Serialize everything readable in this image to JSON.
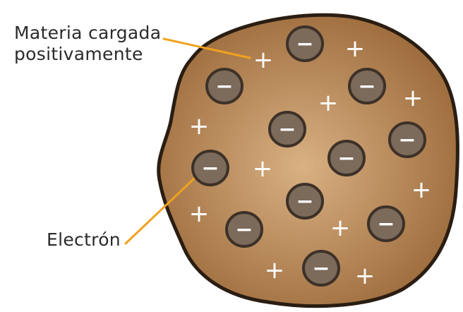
{
  "labels": {
    "materia_line1": "Materia cargada",
    "materia_line2": "positivamente",
    "electron": "Electrón"
  },
  "symbols": {
    "plus": "+",
    "minus": "−"
  },
  "colors": {
    "body_fill_light": "#d9b183",
    "body_fill_dark": "#9c6a3b",
    "outline": "#2a1d12",
    "electron_fill": "#7c6a5b",
    "electron_outline": "#3d3128",
    "leader_line": "#f0a21f",
    "symbol": "#ffffff"
  }
}
